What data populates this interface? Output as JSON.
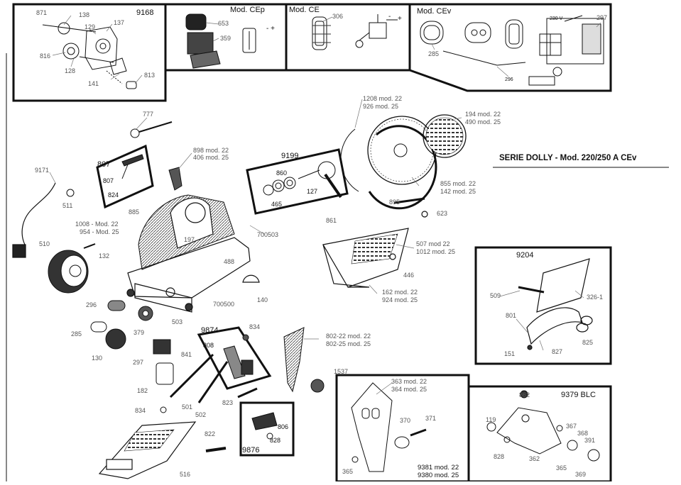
{
  "series_title": "SERIE DOLLY - Mod. 220/250 A CEv",
  "boxes": {
    "b9168": {
      "title": "9168"
    },
    "cep": {
      "title": "Mod. CEp",
      "symbol": "- +"
    },
    "ce": {
      "title": "Mod. CE",
      "minus": "-",
      "plus": "+"
    },
    "cev": {
      "title": "Mod. CEv",
      "voltage": "230 V"
    },
    "b807": {
      "title": "807"
    },
    "b9199": {
      "title": "9199"
    },
    "b9204": {
      "title": "9204"
    },
    "b9874": {
      "title": "9874"
    },
    "b9876": {
      "title": "9876"
    },
    "b9381": {
      "line1": "9381 mod. 22",
      "line2": "9380 mod. 25"
    },
    "b9379": {
      "title": "9379 BLC"
    }
  },
  "parts": [
    {
      "id": "p871",
      "text": "871"
    },
    {
      "id": "p138",
      "text": "138"
    },
    {
      "id": "p129",
      "text": "129"
    },
    {
      "id": "p137",
      "text": "137"
    },
    {
      "id": "p816",
      "text": "816"
    },
    {
      "id": "p128",
      "text": "128"
    },
    {
      "id": "p141",
      "text": "141"
    },
    {
      "id": "p813",
      "text": "813"
    },
    {
      "id": "p653",
      "text": "653"
    },
    {
      "id": "p359",
      "text": "359"
    },
    {
      "id": "p306",
      "text": "306"
    },
    {
      "id": "p285a",
      "text": "285"
    },
    {
      "id": "p297a",
      "text": "297"
    },
    {
      "id": "p296a",
      "text": "296"
    },
    {
      "id": "p777",
      "text": "777"
    },
    {
      "id": "p898",
      "text": "898 mod. 22"
    },
    {
      "id": "p406",
      "text": "406 mod. 25"
    },
    {
      "id": "p1208",
      "text": "1208 mod. 22"
    },
    {
      "id": "p926",
      "text": "926 mod. 25"
    },
    {
      "id": "p194",
      "text": "194 mod. 22"
    },
    {
      "id": "p490",
      "text": "490 mod. 25"
    },
    {
      "id": "p9171",
      "text": "9171"
    },
    {
      "id": "p807",
      "text": "807"
    },
    {
      "id": "p824",
      "text": "824"
    },
    {
      "id": "p885",
      "text": "885"
    },
    {
      "id": "p860",
      "text": "860"
    },
    {
      "id": "p127",
      "text": "127"
    },
    {
      "id": "p465",
      "text": "465"
    },
    {
      "id": "p861",
      "text": "861"
    },
    {
      "id": "p855",
      "text": "855 mod. 22"
    },
    {
      "id": "p142",
      "text": "142 mod. 25"
    },
    {
      "id": "p511",
      "text": "511"
    },
    {
      "id": "p895",
      "text": "895"
    },
    {
      "id": "p623",
      "text": "623"
    },
    {
      "id": "p1008",
      "text": "1008 - Mod. 22"
    },
    {
      "id": "p954",
      "text": "954 - Mod. 25"
    },
    {
      "id": "p197",
      "text": "197"
    },
    {
      "id": "p700503",
      "text": "700503"
    },
    {
      "id": "p510",
      "text": "510"
    },
    {
      "id": "p132",
      "text": "132"
    },
    {
      "id": "p507",
      "text": "507 mod 22"
    },
    {
      "id": "p1012",
      "text": "1012 mod. 25"
    },
    {
      "id": "p488",
      "text": "488"
    },
    {
      "id": "p446",
      "text": "446"
    },
    {
      "id": "p140",
      "text": "140"
    },
    {
      "id": "p700500",
      "text": "700500"
    },
    {
      "id": "p162",
      "text": "162 mod. 22"
    },
    {
      "id": "p924",
      "text": "924 mod. 25"
    },
    {
      "id": "p296",
      "text": "296"
    },
    {
      "id": "p503",
      "text": "503"
    },
    {
      "id": "p285",
      "text": "285"
    },
    {
      "id": "p379",
      "text": "379"
    },
    {
      "id": "p834a",
      "text": "834"
    },
    {
      "id": "p802a",
      "text": "802-22 mod. 22"
    },
    {
      "id": "p802b",
      "text": "802-25 mod. 25"
    },
    {
      "id": "p130",
      "text": "130"
    },
    {
      "id": "p297",
      "text": "297"
    },
    {
      "id": "p841",
      "text": "841"
    },
    {
      "id": "p808",
      "text": "808"
    },
    {
      "id": "p1537",
      "text": "1537"
    },
    {
      "id": "p182",
      "text": "182"
    },
    {
      "id": "p823",
      "text": "823"
    },
    {
      "id": "p834b",
      "text": "834"
    },
    {
      "id": "p501",
      "text": "501"
    },
    {
      "id": "p502",
      "text": "502"
    },
    {
      "id": "p806",
      "text": "806"
    },
    {
      "id": "p828a",
      "text": "828"
    },
    {
      "id": "p822",
      "text": "822"
    },
    {
      "id": "p516",
      "text": "516"
    },
    {
      "id": "p509",
      "text": "509"
    },
    {
      "id": "p326",
      "text": "326-1"
    },
    {
      "id": "p801",
      "text": "801"
    },
    {
      "id": "p825",
      "text": "825"
    },
    {
      "id": "p827",
      "text": "827"
    },
    {
      "id": "p151",
      "text": "151"
    },
    {
      "id": "p363",
      "text": "363 mod. 22"
    },
    {
      "id": "p364",
      "text": "364 mod. 25"
    },
    {
      "id": "p370",
      "text": "370"
    },
    {
      "id": "p371",
      "text": "371"
    },
    {
      "id": "p365a",
      "text": "365"
    },
    {
      "id": "p862",
      "text": "862"
    },
    {
      "id": "p119",
      "text": "119"
    },
    {
      "id": "p367",
      "text": "367"
    },
    {
      "id": "p368",
      "text": "368"
    },
    {
      "id": "p391",
      "text": "391"
    },
    {
      "id": "p828b",
      "text": "828"
    },
    {
      "id": "p362",
      "text": "362"
    },
    {
      "id": "p365b",
      "text": "365"
    },
    {
      "id": "p369",
      "text": "369"
    }
  ]
}
